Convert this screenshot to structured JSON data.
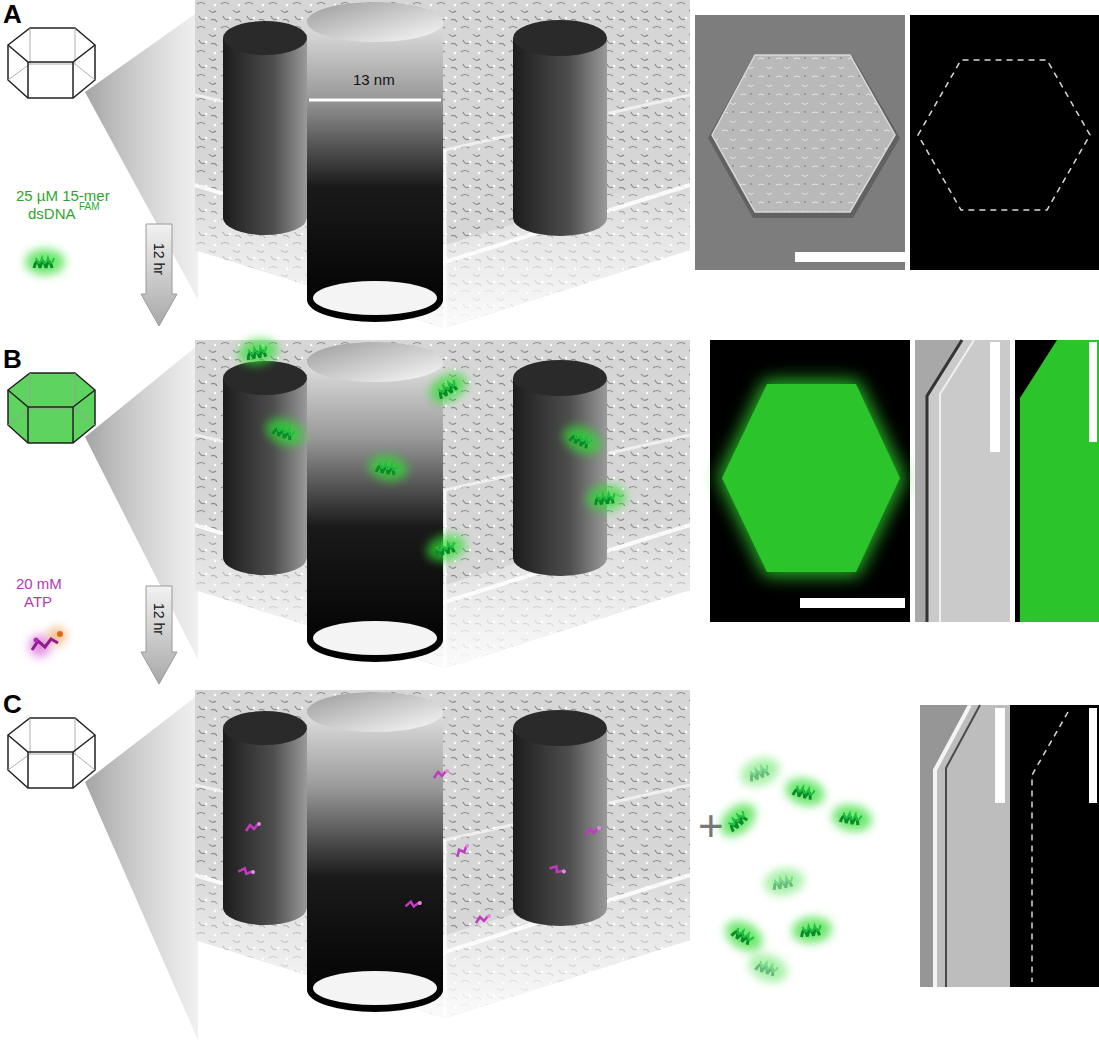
{
  "diagram": {
    "nodes": [
      {
        "text": [
          "12 hr"
        ]
      },
      {
        "text": [
          "12 hr"
        ]
      }
    ],
    "labels": [
      "A",
      "13 nm",
      "25 µM 15-mer",
      "dsDNA",
      "FAM",
      "B",
      "20 mM",
      "ATP",
      "C",
      "+"
    ]
  }
}
